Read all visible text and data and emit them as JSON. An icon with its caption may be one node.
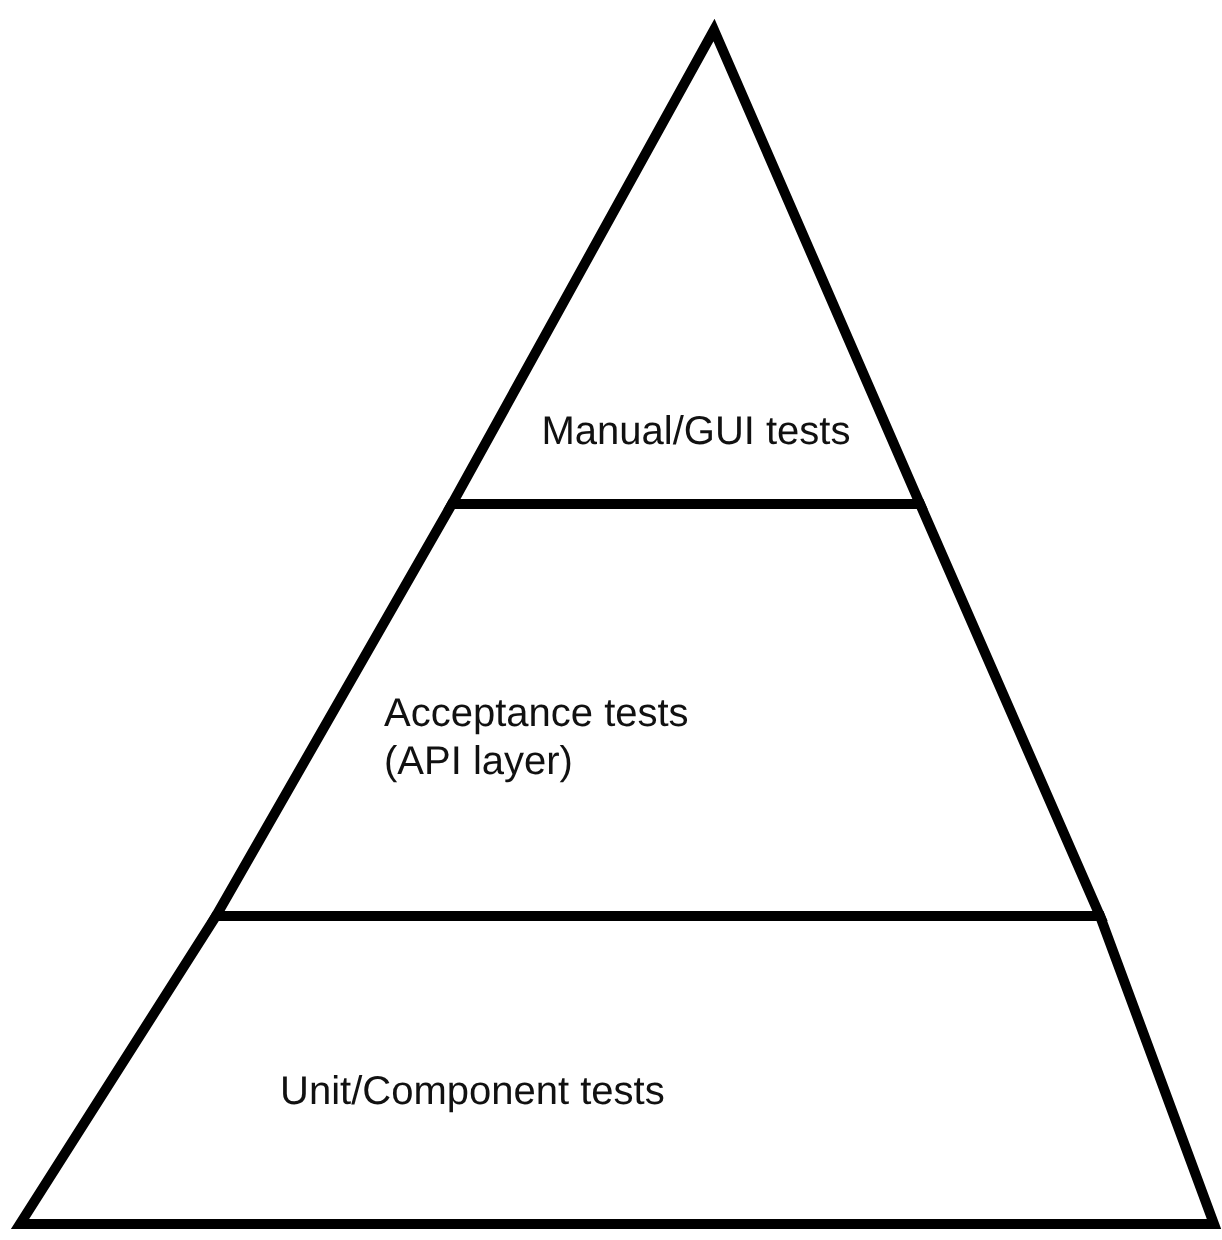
{
  "diagram": {
    "nodes": [
      {
        "text": [
          "Manual/GUI tests"
        ]
      },
      {
        "text": [
          "Acceptance tests (API layer)"
        ]
      },
      {
        "text": [
          "Unit/Component tests"
        ]
      }
    ]
  }
}
